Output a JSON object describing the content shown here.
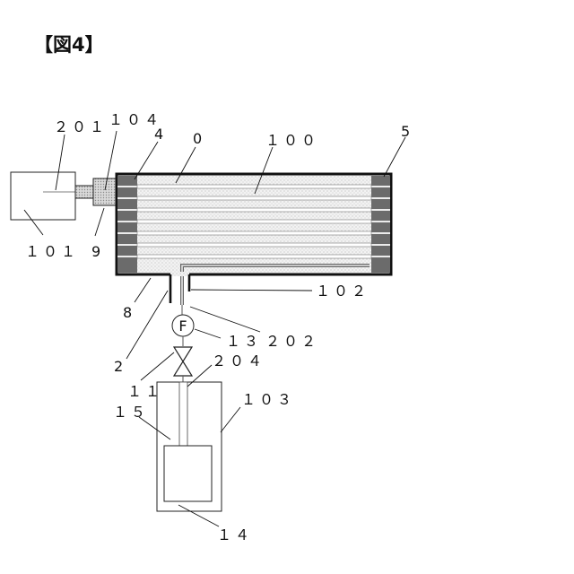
{
  "figure": {
    "title": "【図4】"
  },
  "labels": {
    "l201": "２０１",
    "l104": "１０４",
    "l4": "4",
    "l0": "0",
    "l100": "１００",
    "l5": "5",
    "l101": "１０１",
    "l9": "9",
    "l8": "8",
    "l102": "１０２",
    "l2": "2",
    "l13": "１３",
    "l202": "２０２",
    "l11": "１１",
    "l204": "２０４",
    "l103": "１０３",
    "l15": "１５",
    "l14": "１４",
    "flowmeter": "F"
  },
  "colors": {
    "outline": "#111111",
    "plug": "#666666",
    "fill_dots": "#c8c8c8"
  }
}
